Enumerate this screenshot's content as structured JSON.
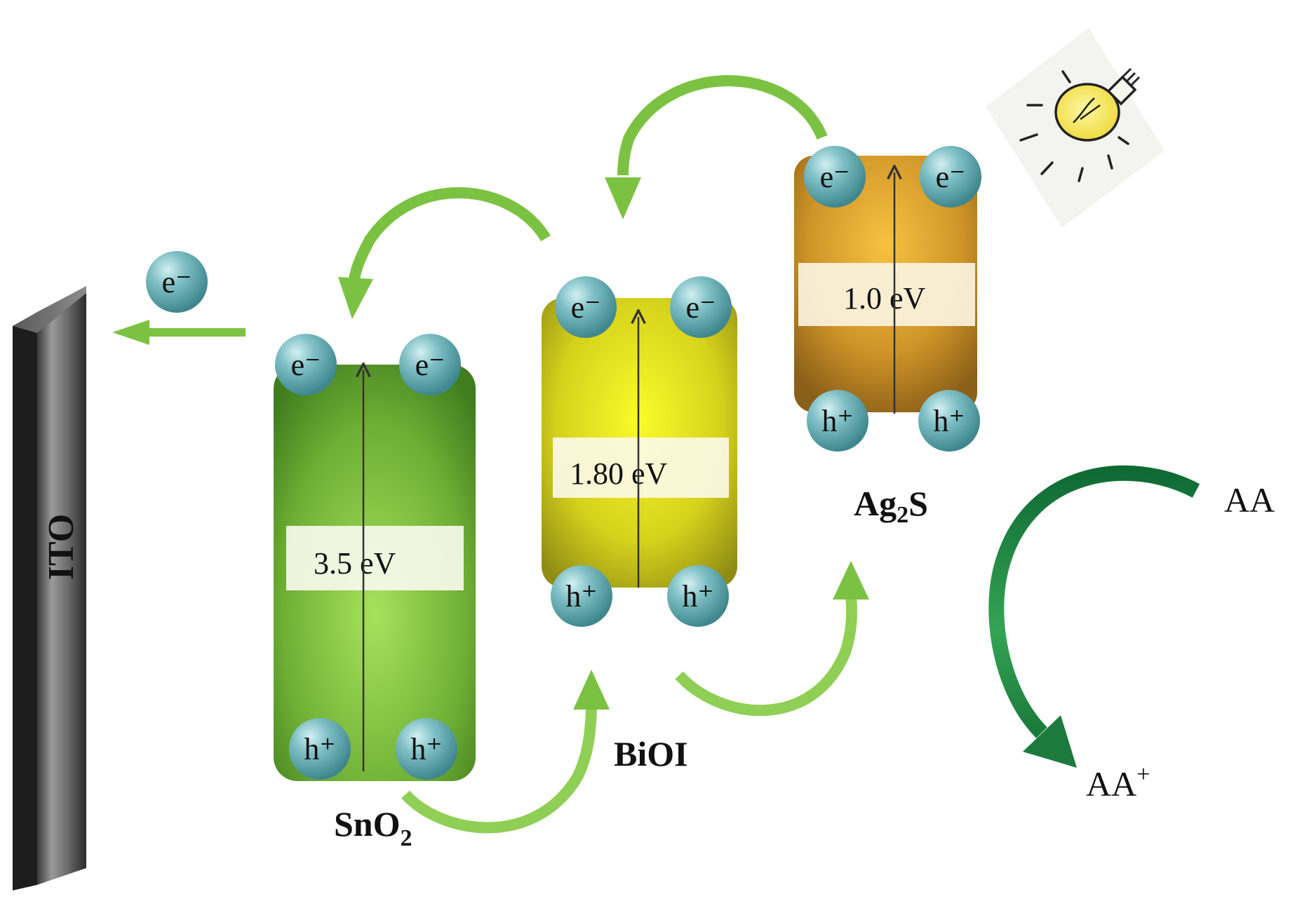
{
  "electrode": {
    "label": "ITO"
  },
  "carrier_labels": {
    "electron": "e⁻",
    "hole": "h⁺"
  },
  "materials": [
    {
      "id": "sno2",
      "name": "SnO",
      "subscript": "2",
      "name_suffix": "",
      "bandgap": "3.5 eV",
      "color": "#5a9a2a"
    },
    {
      "id": "bioi",
      "name": "BiOI",
      "subscript": "",
      "name_suffix": "",
      "bandgap": "1.80 eV",
      "color": "#e2dd1a"
    },
    {
      "id": "ag2s",
      "name": "Ag",
      "subscript": "2",
      "name_suffix": "S",
      "bandgap": "1.0 eV",
      "color": "#d39a26"
    }
  ],
  "reaction": {
    "reactant": "AA",
    "product_base": "AA",
    "product_charge": "+"
  },
  "light_source": {
    "icon": "light-bulb-icon"
  },
  "colors": {
    "arrow_light_green": "#7cc242",
    "arrow_dark_green": "#1f7a3c",
    "particle": "#5fa6ac",
    "ito_gray": "#6b6b6b"
  }
}
